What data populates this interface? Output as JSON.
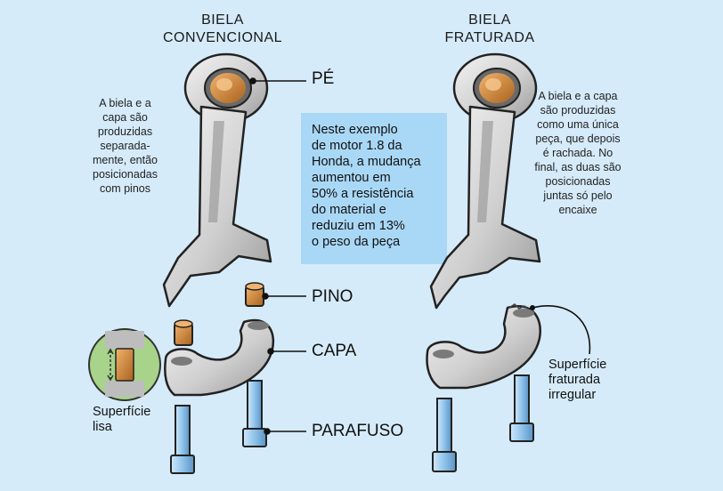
{
  "titles": {
    "left": [
      "BIELA",
      "CONVENCIONAL"
    ],
    "right": [
      "BIELA",
      "FRATURADA"
    ]
  },
  "labels": {
    "pe": "PÉ",
    "pino": "PINO",
    "capa": "CAPA",
    "parafuso": "PARAFUSO"
  },
  "notes": {
    "left": [
      "A biela e a",
      "capa são",
      "produzidas",
      "separada-",
      "mente, então",
      "posicionadas",
      "com pinos"
    ],
    "right": [
      "A biela e a capa",
      "são produzidas",
      "como uma única",
      "peça, que depois",
      "é rachada. No",
      "final, as duas são",
      "posicionadas",
      "juntas só pelo",
      "encaixe"
    ]
  },
  "infobox": [
    "Neste exemplo",
    "de motor 1.8 da",
    "Honda, a mudança",
    "aumentou em",
    "50% a resistência",
    "do material e",
    "reduziu em 13%",
    "o peso da peça"
  ],
  "surface_smooth": [
    "Superfície",
    "lisa"
  ],
  "surface_fractured": [
    "Superfície",
    "fraturada",
    "irregular"
  ],
  "colors": {
    "background": "#d6ebf9",
    "infobox": "#a9d8f6",
    "metal_light": "#ececec",
    "metal_mid": "#c8c8c8",
    "metal_dark": "#8c8c8c",
    "bronze": "#d08a3a",
    "bolt": "#8fc3ea",
    "detail_circle": "#a8d38a"
  }
}
